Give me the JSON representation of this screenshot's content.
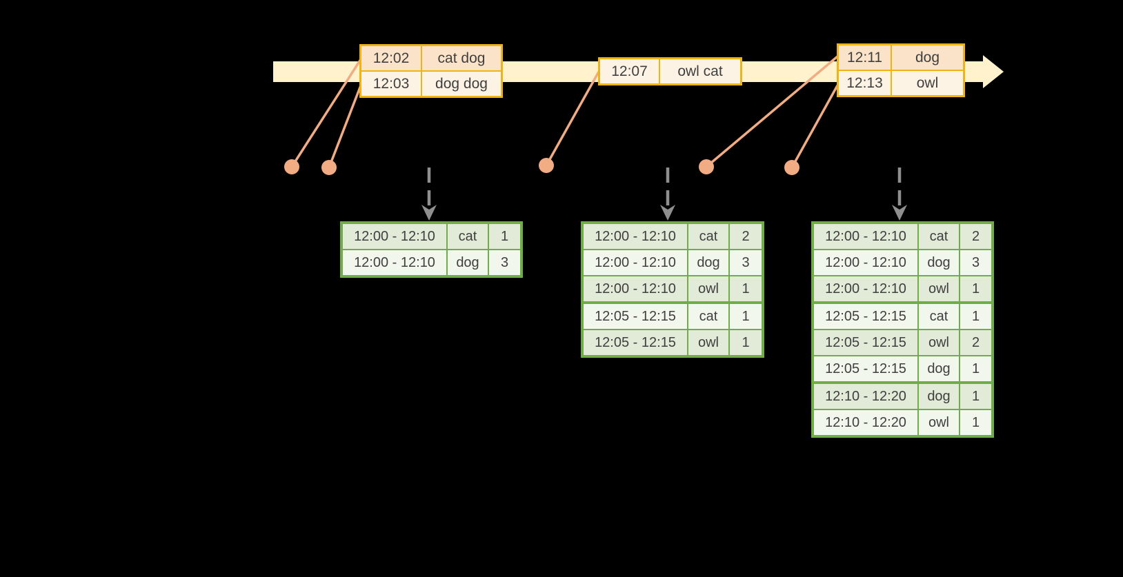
{
  "colors": {
    "background": "#000000",
    "timeline_band": "#FFF2CC",
    "event_border": "#F0B410",
    "event_row_dark": "#FAE3C8",
    "event_row_light": "#FDF3E5",
    "result_border": "#70AD47",
    "result_row_dark": "#E2EBD8",
    "result_row_light": "#F2F7ED",
    "connector": "#F1AC84",
    "dashed_arrow": "#8F8F8F",
    "text": "#3F3F3F"
  },
  "event_tables": [
    {
      "rows": [
        [
          "12:02",
          "cat dog"
        ],
        [
          "12:03",
          "dog dog"
        ]
      ]
    },
    {
      "rows": [
        [
          "12:07",
          "owl cat"
        ]
      ]
    },
    {
      "rows": [
        [
          "12:11",
          "dog"
        ],
        [
          "12:13",
          "owl"
        ]
      ]
    }
  ],
  "result_tables": [
    {
      "rows": [
        [
          "12:00 - 12:10",
          "cat",
          "1"
        ],
        [
          "12:00 - 12:10",
          "dog",
          "3"
        ]
      ],
      "breaks": []
    },
    {
      "rows": [
        [
          "12:00 - 12:10",
          "cat",
          "2"
        ],
        [
          "12:00 - 12:10",
          "dog",
          "3"
        ],
        [
          "12:00 - 12:10",
          "owl",
          "1"
        ],
        [
          "12:05 - 12:15",
          "cat",
          "1"
        ],
        [
          "12:05 - 12:15",
          "owl",
          "1"
        ]
      ],
      "breaks": [
        3
      ]
    },
    {
      "rows": [
        [
          "12:00 - 12:10",
          "cat",
          "2"
        ],
        [
          "12:00 - 12:10",
          "dog",
          "3"
        ],
        [
          "12:00 - 12:10",
          "owl",
          "1"
        ],
        [
          "12:05 - 12:15",
          "cat",
          "1"
        ],
        [
          "12:05 - 12:15",
          "owl",
          "2"
        ],
        [
          "12:05 - 12:15",
          "dog",
          "1"
        ],
        [
          "12:10 - 12:20",
          "dog",
          "1"
        ],
        [
          "12:10 - 12:20",
          "owl",
          "1"
        ]
      ],
      "breaks": [
        3,
        6
      ]
    }
  ]
}
